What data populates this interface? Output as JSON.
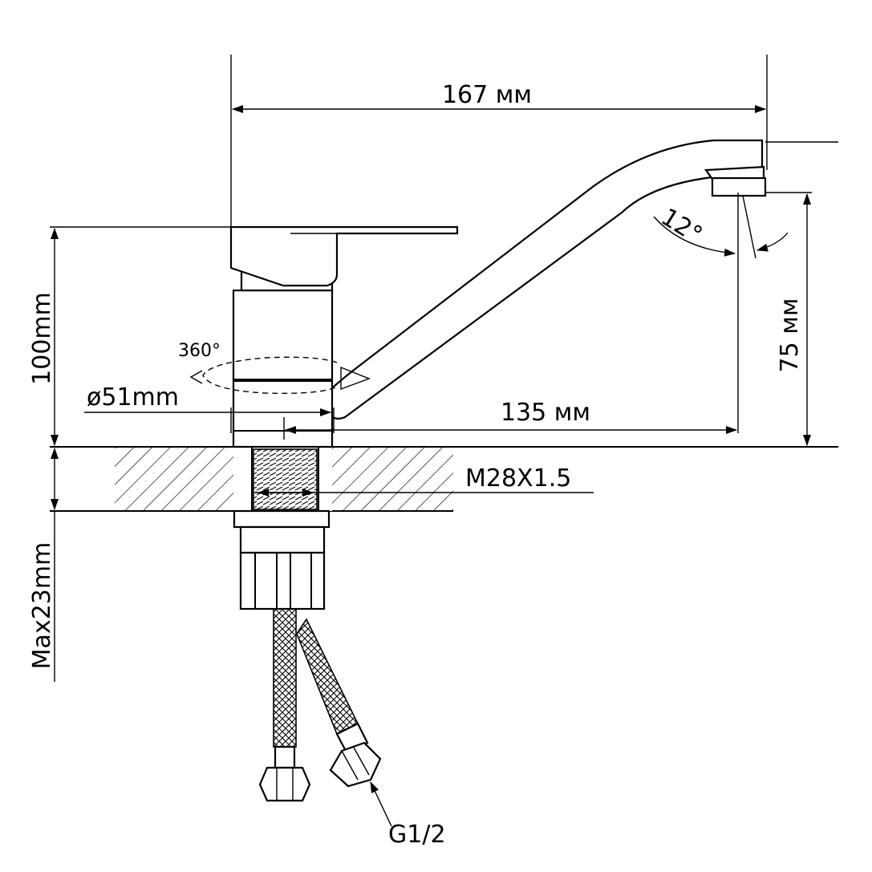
{
  "dimensions": {
    "spout_length": "167 мм",
    "height": "100mm",
    "rotation": "360°",
    "base_diameter": "ø51mm",
    "reach": "135 мм",
    "outlet_height": "75 мм",
    "spout_angle": "12°",
    "thread": "M28X1.5",
    "max_thickness": "Max23mm",
    "hose_connection": "G1/2"
  },
  "colors": {
    "line": "#000000",
    "background": "#ffffff"
  }
}
